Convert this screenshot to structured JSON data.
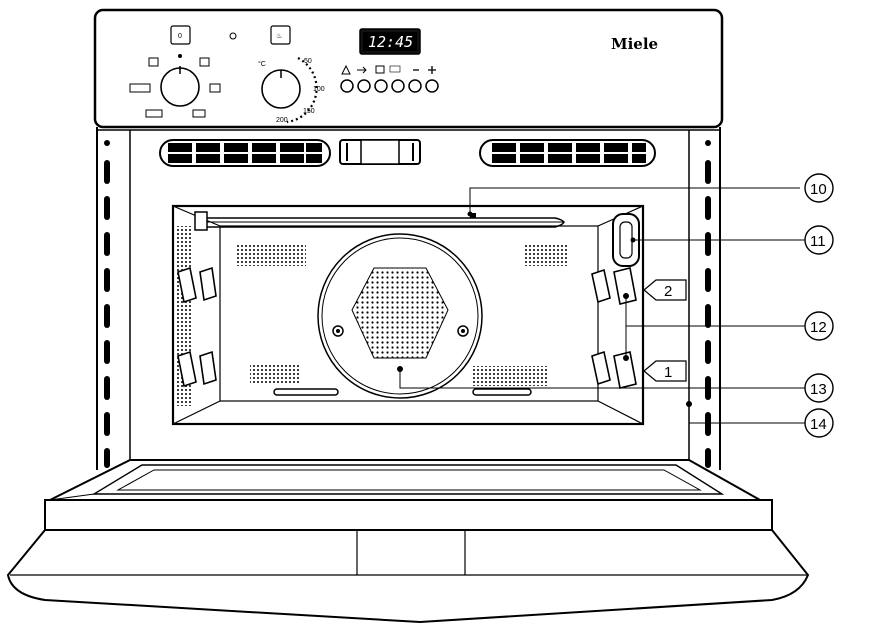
{
  "brand": "Miele",
  "display": "12:45",
  "temp_scale": {
    "unit": "°C",
    "marks": [
      "50",
      "100",
      "150",
      "200"
    ]
  },
  "shelf_levels": [
    "2",
    "1"
  ],
  "callouts": [
    {
      "id": "10",
      "label": "10"
    },
    {
      "id": "11",
      "label": "11"
    },
    {
      "id": "12",
      "label": "12"
    },
    {
      "id": "13",
      "label": "13"
    },
    {
      "id": "14",
      "label": "14"
    }
  ],
  "icons": {
    "left_button": "light-icon",
    "right_button": "fan-icon",
    "keypad": [
      "alarm-bell-icon",
      "timer-arrow-icon",
      "cooking-duration-icon",
      "finish-time-icon",
      "minus-icon",
      "plus-icon"
    ]
  }
}
